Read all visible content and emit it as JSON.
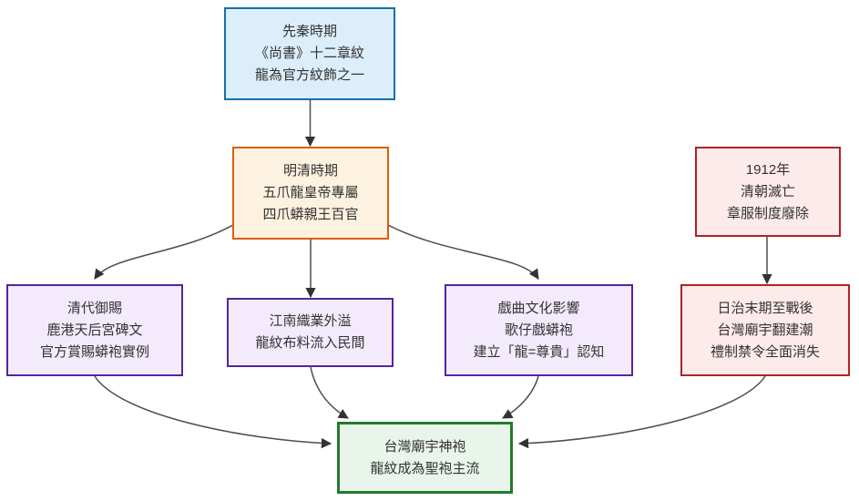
{
  "diagram": {
    "type": "flowchart",
    "nodes": [
      {
        "id": "xianqin",
        "role": "blue",
        "lines": [
          "先秦時期",
          "《尚書》十二章紋",
          "龍為官方紋飾之一"
        ]
      },
      {
        "id": "mingqing",
        "role": "orange",
        "lines": [
          "明清時期",
          "五爪龍皇帝專屬",
          "四爪蟒親王百官"
        ]
      },
      {
        "id": "y1912",
        "role": "red",
        "lines": [
          "1912年",
          "清朝滅亡",
          "章服制度廢除"
        ]
      },
      {
        "id": "qingdai",
        "role": "purple",
        "lines": [
          "清代御賜",
          "鹿港天后宮碑文",
          "官方賞賜蟒袍實例"
        ]
      },
      {
        "id": "jiangnan",
        "role": "purple",
        "lines": [
          "江南織業外溢",
          "龍紋布料流入民間"
        ]
      },
      {
        "id": "xiqu",
        "role": "purple",
        "lines": [
          "戲曲文化影響",
          "歌仔戲蟒袍",
          "建立「龍=尊貴」認知"
        ]
      },
      {
        "id": "rizhi",
        "role": "red",
        "lines": [
          "日治末期至戰後",
          "台灣廟宇翻建潮",
          "禮制禁令全面消失"
        ]
      },
      {
        "id": "taiwan",
        "role": "green",
        "lines": [
          "台灣廟宇神袍",
          "龍紋成為聖袍主流"
        ]
      }
    ],
    "edges": [
      {
        "from": "xianqin",
        "to": "mingqing"
      },
      {
        "from": "mingqing",
        "to": "qingdai"
      },
      {
        "from": "mingqing",
        "to": "jiangnan"
      },
      {
        "from": "mingqing",
        "to": "xiqu"
      },
      {
        "from": "y1912",
        "to": "rizhi"
      },
      {
        "from": "qingdai",
        "to": "taiwan"
      },
      {
        "from": "jiangnan",
        "to": "taiwan"
      },
      {
        "from": "xiqu",
        "to": "taiwan"
      },
      {
        "from": "rizhi",
        "to": "taiwan"
      }
    ],
    "colors": {
      "blue_border": "#1470ad",
      "blue_fill": "#dceefa",
      "orange_border": "#dd5c11",
      "orange_fill": "#fdf2df",
      "red_border": "#ad2424",
      "red_fill": "#fdeaea",
      "purple_border": "#54259e",
      "purple_fill": "#f3ebfb",
      "green_border": "#227a2d",
      "green_fill": "#e9f4ea",
      "edge": "#4d4d4d",
      "arrowhead": "#333333",
      "text": "#333333"
    }
  }
}
